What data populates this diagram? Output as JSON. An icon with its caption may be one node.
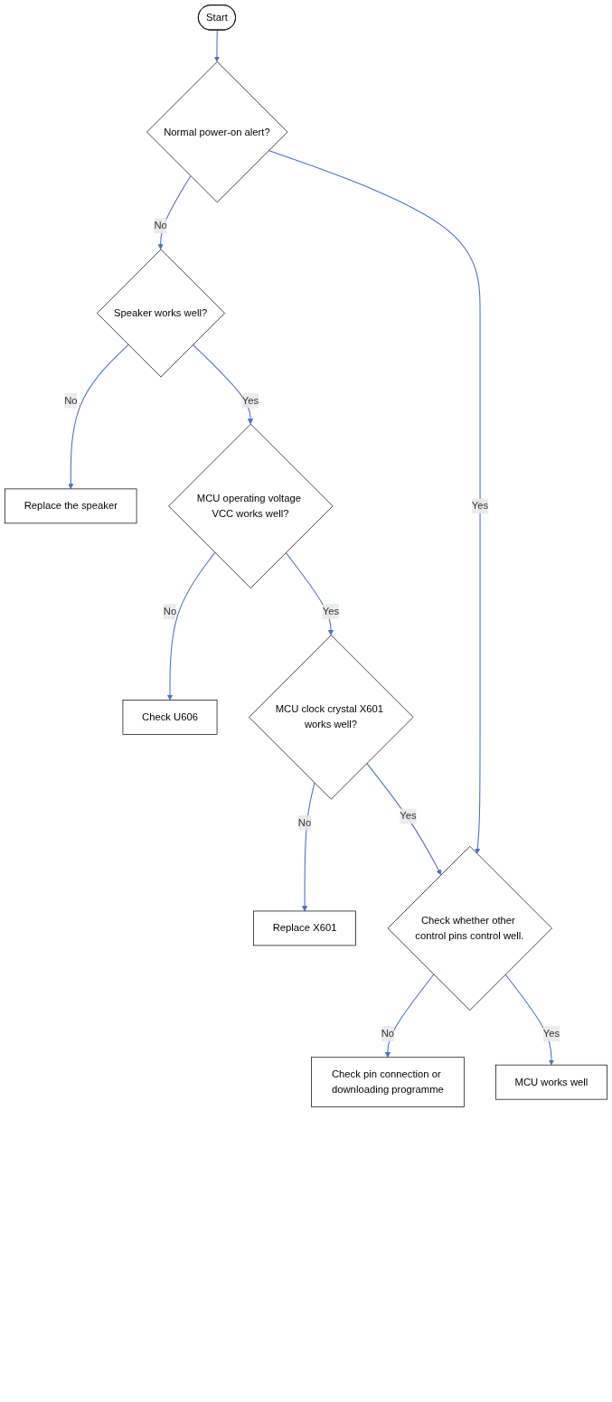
{
  "diagram": {
    "nodes": [
      {
        "text": [
          "Start"
        ]
      },
      {
        "text": [
          "Normal power-on alert?"
        ]
      },
      {
        "text": [
          "Speaker works well?"
        ]
      },
      {
        "text": [
          "Replace the speaker"
        ]
      },
      {
        "text": [
          "MCU operating voltage VCC works well?"
        ]
      },
      {
        "text": [
          "Check U606"
        ]
      },
      {
        "text": [
          "MCU clock crystal X601 works well?"
        ]
      },
      {
        "text": [
          "Replace X601"
        ]
      },
      {
        "text": [
          "Check whether other control pins control well."
        ]
      },
      {
        "text": [
          "Check pin connection or downloading programme"
        ]
      },
      {
        "text": [
          "MCU works well"
        ]
      }
    ],
    "edges": [
      {
        "from": 0,
        "to": 1,
        "arrow": "to"
      },
      {
        "from": 1,
        "to": 2,
        "label": "No",
        "arrow": "to"
      },
      {
        "from": 1,
        "to": 8,
        "label": "Yes",
        "arrow": "to"
      },
      {
        "from": 2,
        "to": 3,
        "label": "No",
        "arrow": "to"
      },
      {
        "from": 2,
        "to": 4,
        "label": "Yes",
        "arrow": "to"
      },
      {
        "from": 4,
        "to": 5,
        "label": "No",
        "arrow": "to"
      },
      {
        "from": 4,
        "to": 6,
        "label": "Yes",
        "arrow": "to"
      },
      {
        "from": 6,
        "to": 7,
        "label": "No",
        "arrow": "to"
      },
      {
        "from": 6,
        "to": 8,
        "label": "Yes",
        "arrow": "to"
      },
      {
        "from": 8,
        "to": 9,
        "label": "No",
        "arrow": "to"
      },
      {
        "from": 8,
        "to": 10,
        "label": "Yes",
        "arrow": "to"
      }
    ]
  }
}
